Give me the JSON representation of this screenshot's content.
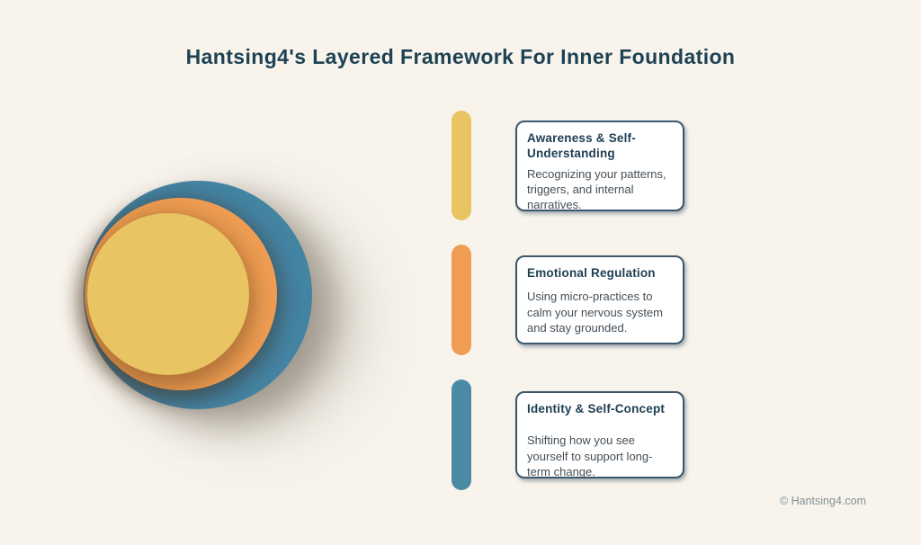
{
  "header": {
    "title": "Hantsing4's Layered Framework For Inner Foundation"
  },
  "colors": {
    "background": "#f8f4ec",
    "title_text": "#1d4254",
    "card_border": "#3a576d",
    "card_heading": "#1d3d52",
    "card_body": "#444f58",
    "footer_text": "#83929a"
  },
  "diagram": {
    "layers": [
      {
        "name": "outer-circle",
        "color": "#4484a3"
      },
      {
        "name": "middle-circle",
        "color": "#ee9d52"
      },
      {
        "name": "inner-circle",
        "color": "#e9c463"
      }
    ]
  },
  "cards": [
    {
      "pill_color": "#e9c463",
      "title": "Awareness & Self-Understanding",
      "body": "Recognizing your patterns, triggers, and internal narratives."
    },
    {
      "pill_color": "#ee9d52",
      "title": "Emotional Regulation",
      "body": "Using micro-practices to calm your nervous system and stay grounded."
    },
    {
      "pill_color": "#4b8aa5",
      "title": "Identity & Self-Concept",
      "body": "Shifting how you see yourself to support long-term change."
    }
  ],
  "footer": {
    "text": "© Hantsing4.com"
  }
}
